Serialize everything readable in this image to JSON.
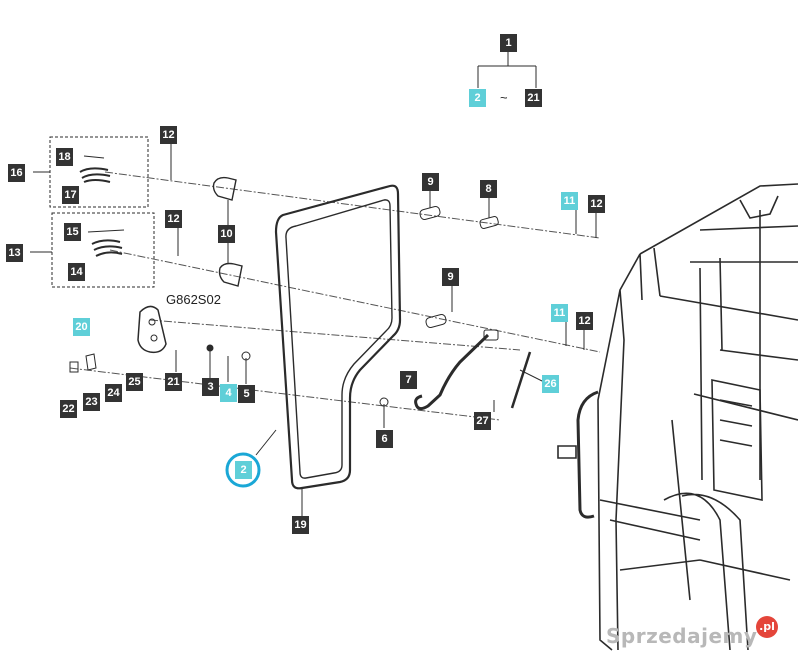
{
  "diagram": {
    "callouts": [
      {
        "id": "c1",
        "label": "1",
        "hl": false
      },
      {
        "id": "c2top",
        "label": "2",
        "hl": true
      },
      {
        "id": "c21top",
        "label": "21",
        "hl": false
      },
      {
        "id": "c12a",
        "label": "12",
        "hl": false
      },
      {
        "id": "c16",
        "label": "16",
        "hl": false
      },
      {
        "id": "c18",
        "label": "18",
        "hl": false
      },
      {
        "id": "c17",
        "label": "17",
        "hl": false
      },
      {
        "id": "c10",
        "label": "10",
        "hl": false
      },
      {
        "id": "c9a",
        "label": "9",
        "hl": false
      },
      {
        "id": "c8",
        "label": "8",
        "hl": false
      },
      {
        "id": "c11a",
        "label": "11",
        "hl": true
      },
      {
        "id": "c12b",
        "label": "12",
        "hl": false
      },
      {
        "id": "c12c",
        "label": "12",
        "hl": false
      },
      {
        "id": "c13",
        "label": "13",
        "hl": false
      },
      {
        "id": "c15",
        "label": "15",
        "hl": false
      },
      {
        "id": "c14",
        "label": "14",
        "hl": false
      },
      {
        "id": "c9b",
        "label": "9",
        "hl": false
      },
      {
        "id": "c11b",
        "label": "11",
        "hl": true
      },
      {
        "id": "c12d",
        "label": "12",
        "hl": false
      },
      {
        "id": "c20",
        "label": "20",
        "hl": true
      },
      {
        "id": "c21",
        "label": "21",
        "hl": false
      },
      {
        "id": "c3",
        "label": "3",
        "hl": false
      },
      {
        "id": "c4",
        "label": "4",
        "hl": true
      },
      {
        "id": "c5",
        "label": "5",
        "hl": false
      },
      {
        "id": "c7",
        "label": "7",
        "hl": false
      },
      {
        "id": "c26",
        "label": "26",
        "hl": true
      },
      {
        "id": "c22",
        "label": "22",
        "hl": false
      },
      {
        "id": "c23",
        "label": "23",
        "hl": false
      },
      {
        "id": "c24",
        "label": "24",
        "hl": false
      },
      {
        "id": "c25",
        "label": "25",
        "hl": false
      },
      {
        "id": "c27",
        "label": "27",
        "hl": false
      },
      {
        "id": "c6",
        "label": "6",
        "hl": false
      },
      {
        "id": "c2",
        "label": "2",
        "hl": true
      },
      {
        "id": "c19",
        "label": "19",
        "hl": false
      }
    ],
    "tilde": "~",
    "part_code": "G862S02",
    "watermark": "Sprzedajemy",
    "watermark_suffix": ".pl",
    "colors": {
      "callout_dark": "#333333",
      "callout_highlight": "#5fcfd8",
      "ring": "#1aa7d6",
      "line": "#2b2b2b"
    }
  }
}
